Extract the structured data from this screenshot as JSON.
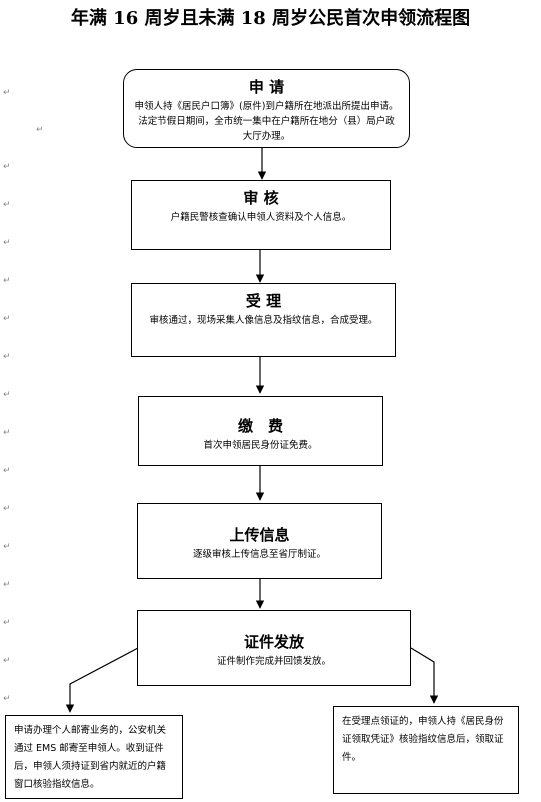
{
  "title": "年满 16 周岁且未满 18 周岁公民首次申领流程图",
  "steps": [
    {
      "head": "申 请",
      "body": "申领人持《居民户口簿》(原件)到户籍所在地派出所提出申请。法定节假日期间，全市统一集中在户籍所在地分（县）局户政大厅办理。"
    },
    {
      "head": "审 核",
      "body": "户籍民警核查确认申领人资料及个人信息。"
    },
    {
      "head": "受 理",
      "body": "审核通过，现场采集人像信息及指纹信息，合成受理。"
    },
    {
      "head": "缴　费",
      "body": "首次申领居民身份证免费。"
    },
    {
      "head": "上传信息",
      "body": "逐级审核上传信息至省厅制证。"
    },
    {
      "head": "证件发放",
      "body": "证件制作完成并回馈发放。"
    }
  ],
  "branches": {
    "left": "申请办理个人邮寄业务的，公安机关通过 EMS 邮寄至申领人。收到证件后，申领人须持证到省内就近的户籍窗口核验指纹信息。",
    "right": "在受理点领证的，申领人持《居民身份证领取凭证》核验指纹信息后，领取证件。"
  }
}
